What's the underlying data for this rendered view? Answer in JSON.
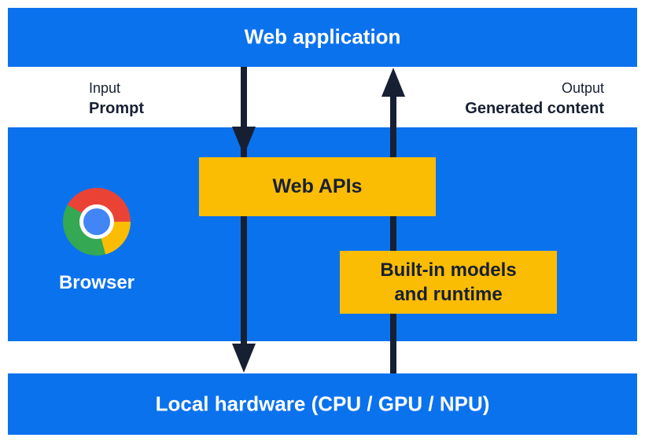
{
  "colors": {
    "layer_blue": "#0b72ee",
    "box_yellow": "#fbbc04",
    "ink_navy": "#172033",
    "label_white": "#ffffff",
    "chrome_red": "#ea4335",
    "chrome_yellow": "#fbbc04",
    "chrome_green": "#34a853",
    "chrome_blue": "#4285f4"
  },
  "layers": {
    "web_application": "Web application",
    "browser": "Browser",
    "local_hardware": "Local hardware (CPU / GPU / NPU)"
  },
  "boxes": {
    "web_apis": "Web APIs",
    "builtin_line1": "Built-in models",
    "builtin_line2": "and runtime"
  },
  "flows": {
    "input_label": "Input",
    "input_sublabel": "Prompt",
    "output_label": "Output",
    "output_sublabel": "Generated content"
  },
  "icons": {
    "chrome_logo": "chrome-browser-logo",
    "down_arrow": "downward-flow-arrow",
    "up_arrow": "upward-flow-arrow"
  }
}
